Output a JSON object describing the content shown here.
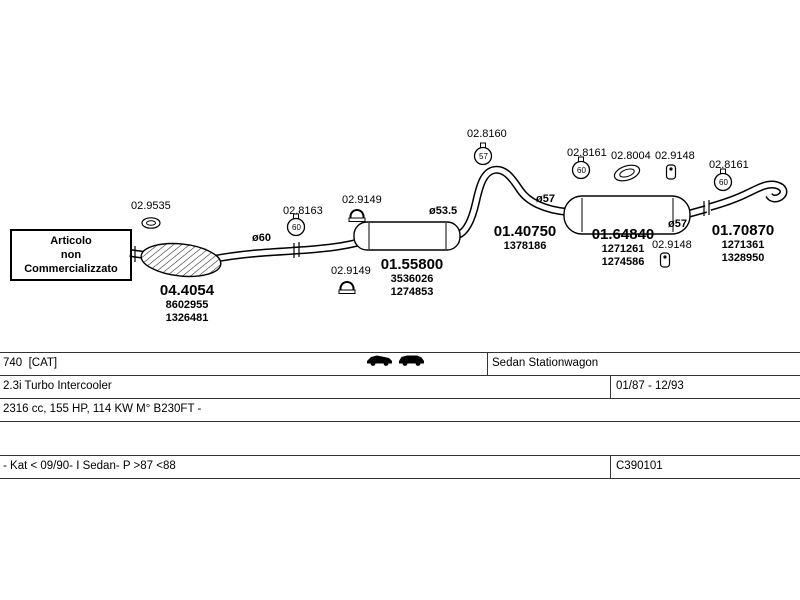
{
  "diagram": {
    "notice": [
      "Articolo",
      "non",
      "Commercializzato"
    ],
    "labels": {
      "p029535": "02.9535",
      "p028163": "02.8163",
      "p029149_top": "02.9149",
      "p029149_bottom": "02.9149",
      "p028160": "02.8160",
      "p028161_left": "02.8161",
      "p028004": "02.8004",
      "p029148_top": "02.9148",
      "p029148_bottom": "02.9148",
      "p028161_right": "02.8161",
      "dia60": "ø60",
      "dia535": "ø53.5",
      "dia57_pipe": "ø57",
      "dia57_rear": "ø57"
    },
    "clamp_sizes": {
      "c028163": "60",
      "c028160": "57",
      "c028161_left": "60",
      "c028161_right": "60"
    },
    "parts": {
      "catalyst": {
        "number": "04.4054",
        "codes": [
          "8602955",
          "1326481"
        ]
      },
      "mid_muffler": {
        "number": "01.55800",
        "codes": [
          "3536026",
          "1274853"
        ]
      },
      "front_pipe": {
        "number": "01.40750",
        "codes": [
          "1378186"
        ]
      },
      "rear_muffler": {
        "number": "01.64840",
        "codes": [
          "1271261",
          "1274586"
        ]
      },
      "tail_pipe": {
        "number": "01.70870",
        "codes": [
          "1271361",
          "1328950"
        ]
      }
    }
  },
  "table": {
    "model": "740  [CAT]",
    "body_styles": "Sedan Stationwagon",
    "engine": "2.3i Turbo Intercooler",
    "period": "01/87 - 12/93",
    "spec": "2316 cc, 155 HP, 114 KW M° B230FT -",
    "note": "- Kat < 09/90- I Sedan- P >87 <88",
    "code": "C390101"
  }
}
